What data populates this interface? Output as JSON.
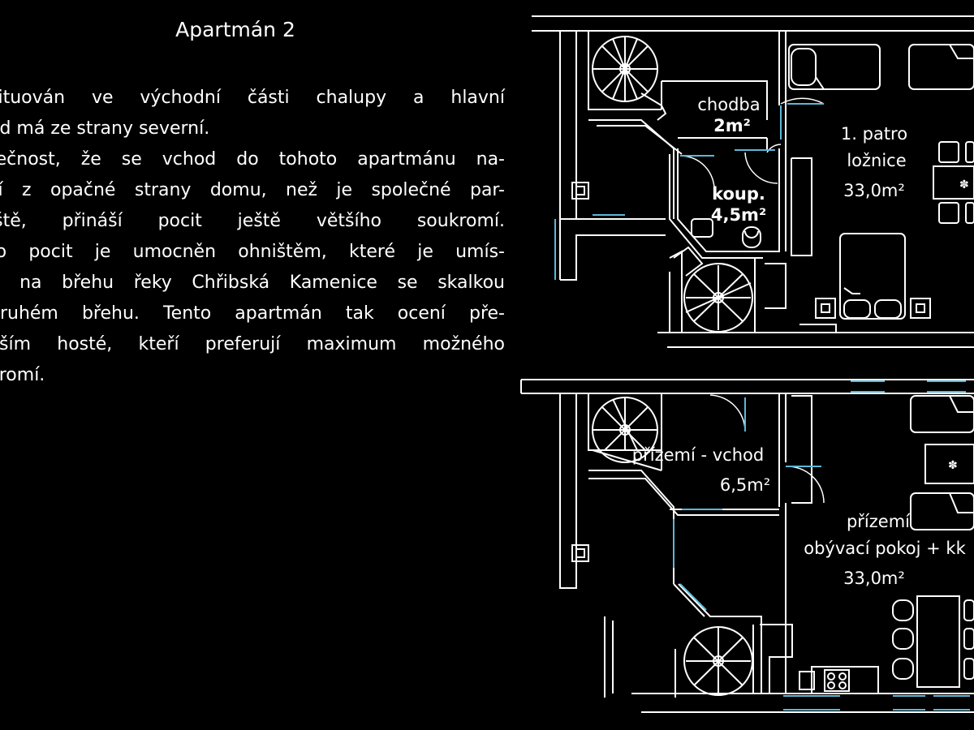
{
  "title": "Apartmán 2",
  "description": [
    "situován  ve  východní  části  chalupy  a  hlavní",
    "od má ze strany severní.",
    "tečnost, že se vchod do tohoto apartmánu na-",
    "zí z opačné strany domu, než je společné par-",
    "iště,  přináší  pocit  ještě  většího  soukromí.",
    "to pocit je umocněn ohništěm, které je umís-",
    "o na břehu řeky Chřibská Kamenice se skalkou",
    "druhém břehu. Tento apartmán tak ocení pře-",
    "vším hosté, kteří preferují maximum možného",
    "kromí."
  ],
  "rooms": {
    "chodba": {
      "name": "chodba",
      "area": "2m²"
    },
    "koupelna": {
      "name": "koup.",
      "area": "4,5m²"
    },
    "loznice": {
      "floor": "1. patro",
      "name": "ložnice",
      "area": "33,0m²"
    },
    "vchod": {
      "name": "přízemí - vchod",
      "area": "6,5m²"
    },
    "obyvaci": {
      "floor": "přízemí",
      "name": "obývací pokoj + kk",
      "area": "33,0m²"
    }
  },
  "colors": {
    "background": "#000000",
    "lines": "#ffffff",
    "windows": "#5bb8d8"
  }
}
